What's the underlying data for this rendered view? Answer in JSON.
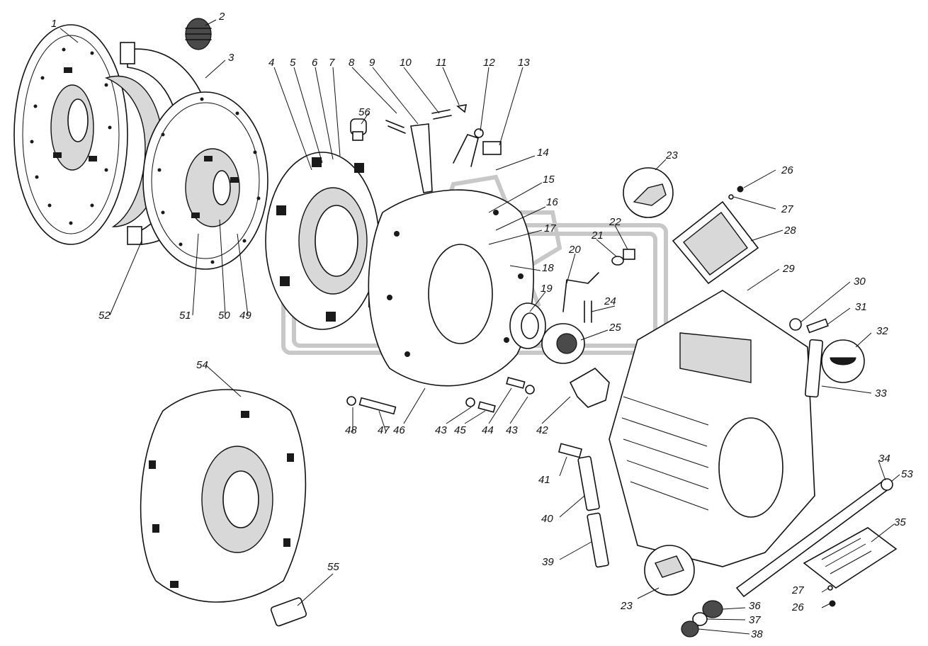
{
  "diagram": {
    "callouts": [
      {
        "n": "1"
      },
      {
        "n": "2"
      },
      {
        "n": "3"
      },
      {
        "n": "4"
      },
      {
        "n": "5"
      },
      {
        "n": "6"
      },
      {
        "n": "7"
      },
      {
        "n": "8"
      },
      {
        "n": "9"
      },
      {
        "n": "10"
      },
      {
        "n": "11"
      },
      {
        "n": "12"
      },
      {
        "n": "13"
      },
      {
        "n": "14"
      },
      {
        "n": "15"
      },
      {
        "n": "16"
      },
      {
        "n": "17"
      },
      {
        "n": "18"
      },
      {
        "n": "19"
      },
      {
        "n": "20"
      },
      {
        "n": "21"
      },
      {
        "n": "22"
      },
      {
        "n": "23"
      },
      {
        "n": "24"
      },
      {
        "n": "25"
      },
      {
        "n": "26"
      },
      {
        "n": "27"
      },
      {
        "n": "28"
      },
      {
        "n": "29"
      },
      {
        "n": "30"
      },
      {
        "n": "31"
      },
      {
        "n": "32"
      },
      {
        "n": "33"
      },
      {
        "n": "34"
      },
      {
        "n": "35"
      },
      {
        "n": "36"
      },
      {
        "n": "37"
      },
      {
        "n": "38"
      },
      {
        "n": "39"
      },
      {
        "n": "40"
      },
      {
        "n": "41"
      },
      {
        "n": "42"
      },
      {
        "n": "43"
      },
      {
        "n": "44"
      },
      {
        "n": "45"
      },
      {
        "n": "46"
      },
      {
        "n": "47"
      },
      {
        "n": "48"
      },
      {
        "n": "49"
      },
      {
        "n": "50"
      },
      {
        "n": "51"
      },
      {
        "n": "52"
      },
      {
        "n": "53"
      },
      {
        "n": "54"
      },
      {
        "n": "55"
      },
      {
        "n": "56"
      },
      {
        "n": "23"
      },
      {
        "n": "27"
      },
      {
        "n": "26"
      },
      {
        "n": "43"
      }
    ]
  }
}
